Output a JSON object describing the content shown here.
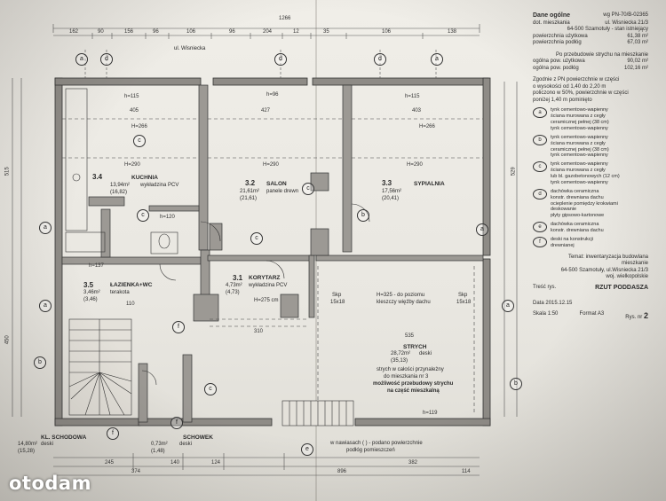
{
  "header": {
    "street": "ul. Wisniecka",
    "top_dim_total": "1266",
    "top_dims": [
      "162",
      "90",
      "156",
      "96",
      "106",
      "96",
      "204",
      "12",
      "35",
      "106",
      "138"
    ]
  },
  "legend": {
    "title": "Dane ogólne",
    "title_ref": "wg PN-70/B-02365",
    "address_label": "dot. mieszkania",
    "address_value": "ul. Wisniecka 21/3",
    "city": "64-500 Szamotuły - stan istniejący",
    "usable_label": "powierzchnia użytkowa",
    "usable_value": "61,38 m²",
    "floor_label": "powierzchnia podłóg",
    "floor_value": "67,03 m²",
    "attic_note": "Po przebudowie strychu na mieszkanie",
    "total_usable_label": "ogólna pow. użytkowa",
    "total_usable_value": "90,02 m²",
    "total_floor_label": "ogólna pow. podłóg",
    "total_floor_value": "102,16 m²",
    "rule_1": "Zgodnie z PN powierzchnie w części",
    "rule_2": "o wysokości od 1,40 do 2,20 m",
    "rule_3": "policzono w 50%, powierzchnie w części",
    "rule_4": "poniżej 1,40 m pominięto",
    "sections": [
      {
        "key": "a",
        "lines": [
          "tynk cementowo-wapienny",
          "ściana murowana z cegły",
          "ceramicznej pełnej (38 cm)",
          "tynk cementowo-wapienny"
        ]
      },
      {
        "key": "b",
        "lines": [
          "tynk cementowo-wapienny",
          "ściana murowana z cegły",
          "ceramicznej pełnej (38 cm)",
          "tynk cementowo-wapienny"
        ]
      },
      {
        "key": "c",
        "lines": [
          "tynk cementowo-wapienny",
          "ściana murowana z cegły",
          "lub bl. gazobetonowych (12 cm)",
          "tynk cementowo-wapienny"
        ]
      },
      {
        "key": "d",
        "lines": [
          "dachówka ceramiczna",
          "konstr. drewniana dachu",
          "ocieplenie pomiędzy krokwiami",
          "deskowanie",
          "płyty gipsowo-kartonowe"
        ]
      },
      {
        "key": "e",
        "lines": [
          "dachówka ceramiczna",
          "konstr. drewniana dachu"
        ]
      },
      {
        "key": "f",
        "lines": [
          "deski na konstrukcji",
          "drewnianej"
        ]
      }
    ],
    "footer_1": "Temat:  inwentaryzacja budowlana",
    "footer_2": "mieszkanie",
    "footer_3": "64-500 Szamotuły, ul.Wisniecka 21/3",
    "footer_4": "woj. wielkopolskie",
    "drawing_label": "Treść rys.",
    "drawing_value": "RZUT PODDASZA",
    "date_label": "Data",
    "date_value": "2015.12.15",
    "scale_label": "Skala",
    "scale_value": "1:50",
    "format_label": "Format",
    "format_value": "A3",
    "sheet_label": "Rys. nr",
    "sheet_value": "2"
  },
  "rooms": [
    {
      "num": "3.4",
      "name": "KUCHNIA",
      "floor": "wykładzina PCV",
      "area": "13,94m²",
      "area2": "(16,82)"
    },
    {
      "num": "3.2",
      "name": "SALON",
      "floor": "panele drewn",
      "area": "21,61m²",
      "area2": "(21,61)"
    },
    {
      "num": "3.3",
      "name": "SYPIALNIA",
      "floor": "",
      "area": "17,56m²",
      "area2": "(20,41)"
    },
    {
      "num": "3.5",
      "name": "ŁAZIENKA+WC",
      "floor": "terakota",
      "area": "3,46m²",
      "area2": "(3,46)"
    },
    {
      "num": "3.1",
      "name": "KORYTARZ",
      "floor": "wykładzina PCV",
      "area": "4,73m²",
      "area2": "(4,73)"
    },
    {
      "num": "",
      "name": "STRYCH",
      "floor": "deski",
      "area": "28,72m²",
      "area2": "(35,13)"
    },
    {
      "num": "",
      "name": "KL. SCHODOWA",
      "floor": "deski",
      "area": "14,80m²",
      "area2": "(15,28)"
    },
    {
      "num": "",
      "name": "SCHOWEK",
      "floor": "deski",
      "area": "0,73m²",
      "area2": "(1,48)"
    }
  ],
  "notes": {
    "attic_height": "H=325 - do poziomu",
    "attic_height2": "kleszczy więźby dachu",
    "attic_desc1": "strych w całości przynależny",
    "attic_desc2": "do mieszkania nr 3",
    "attic_desc3": "możliwość przebudowy strychu",
    "attic_desc4": "na część mieszkalną",
    "bottom_note1": "w nawiasach ( ) - podano powierzchnie",
    "bottom_note2": "podłóg pomieszczeń",
    "skip_left": "Skp",
    "skip_left2": "15x18",
    "skip_right": "Skp",
    "skip_right2": "15x18",
    "corridor_h": "H=275 cm"
  },
  "dims": {
    "h266a": "H=266",
    "h290a": "H=290",
    "h290b": "H=290",
    "h290c": "H=290",
    "h266b": "H=266",
    "h115a": "h=115",
    "h115b": "h=115",
    "h96": "h=96",
    "h120": "h=120",
    "h137": "h=137",
    "h119": "h=119",
    "d405": "405",
    "d427": "427",
    "d403": "403",
    "d535": "535",
    "d310": "310",
    "d515": "515",
    "d529": "529",
    "d450": "450",
    "d110": "110",
    "b245": "245",
    "b140": "140",
    "b124": "124",
    "b382": "382",
    "b374": "374",
    "b896": "896",
    "b114": "114"
  },
  "axis_labels": {
    "a": "a",
    "b": "b",
    "c": "c",
    "d": "d",
    "e": "e",
    "f": "f"
  },
  "watermark": "otodam"
}
